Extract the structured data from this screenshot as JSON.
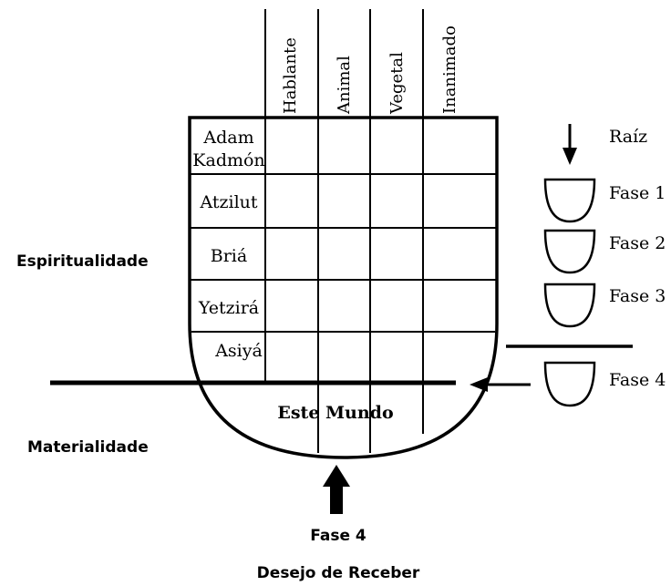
{
  "columns": [
    "Hablante",
    "Animal",
    "Vegetal",
    "Inanimado"
  ],
  "worlds": [
    {
      "label": "Adam Kadmón",
      "lines": [
        "Adam",
        "Kadmón"
      ]
    },
    {
      "label": "Atzilut",
      "lines": [
        "Atzilut"
      ]
    },
    {
      "label": "Briá",
      "lines": [
        "Briá"
      ]
    },
    {
      "label": "Yetzirá",
      "lines": [
        "Yetzirá"
      ]
    },
    {
      "label": "Asiyá",
      "lines": [
        "Asiyá"
      ]
    }
  ],
  "this_world": "Este Mundo",
  "left_labels": {
    "spirituality": "Espiritualidade",
    "materiality": "Materialidade"
  },
  "phases": {
    "root": "Raíz",
    "items": [
      "Fase 1",
      "Fase 2",
      "Fase 3",
      "Fase 4"
    ]
  },
  "bottom": {
    "phase": "Fase 4",
    "desire": "Desejo de Receber"
  },
  "colors": {
    "ink": "#000000",
    "background": "#ffffff"
  }
}
